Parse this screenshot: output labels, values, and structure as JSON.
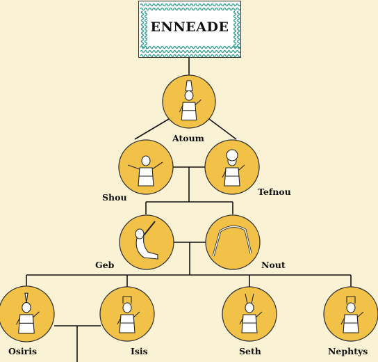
{
  "title": "ENNEADE",
  "colors": {
    "background": "#faf2d4",
    "medallion_fill": "#f2c248",
    "medallion_stroke": "#333333",
    "wave": "#2a9c8c",
    "line": "#111111"
  },
  "gods": [
    {
      "id": "atoum",
      "name": "Atoum",
      "icon": "atum-figure-icon"
    },
    {
      "id": "shou",
      "name": "Shou",
      "icon": "shu-figure-icon"
    },
    {
      "id": "tefnou",
      "name": "Tefnou",
      "icon": "tefnut-figure-icon"
    },
    {
      "id": "geb",
      "name": "Geb",
      "icon": "geb-figure-icon"
    },
    {
      "id": "nout",
      "name": "Nout",
      "icon": "nut-figure-icon"
    },
    {
      "id": "osiris",
      "name": "Osiris",
      "icon": "osiris-figure-icon"
    },
    {
      "id": "isis",
      "name": "Isis",
      "icon": "isis-figure-icon"
    },
    {
      "id": "seth",
      "name": "Seth",
      "icon": "seth-figure-icon"
    },
    {
      "id": "nephtys",
      "name": "Nephtys",
      "icon": "nephthys-figure-icon"
    }
  ]
}
